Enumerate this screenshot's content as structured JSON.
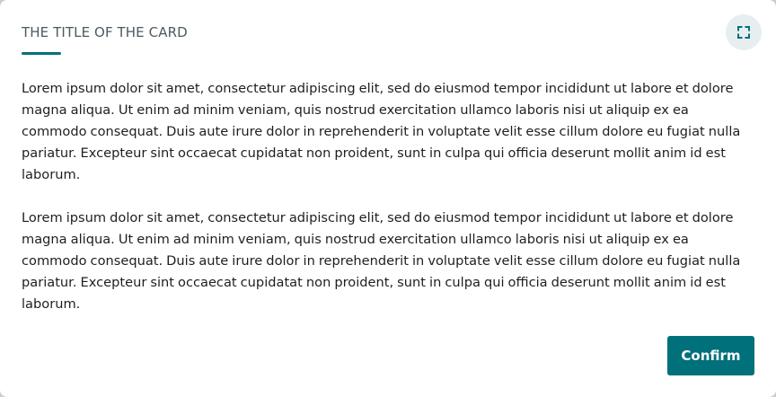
{
  "card": {
    "title": "THE TITLE OF THE CARD",
    "expand_icon": "expand-icon",
    "paragraphs": [
      "Lorem ipsum dolor sit amet, consectetur adipiscing elit, sed do eiusmod tempor incididunt ut labore et dolore magna aliqua. Ut enim ad minim veniam, quis nostrud exercitation ullamco laboris nisi ut aliquip ex ea commodo consequat. Duis aute irure dolor in reprehenderit in voluptate velit esse cillum dolore eu fugiat nulla pariatur. Excepteur sint occaecat cupidatat non proident, sunt in culpa qui officia deserunt mollit anim id est laborum.",
      "Lorem ipsum dolor sit amet, consectetur adipiscing elit, sed do eiusmod tempor incididunt ut labore et dolore magna aliqua. Ut enim ad minim veniam, quis nostrud exercitation ullamco laboris nisi ut aliquip ex ea commodo consequat. Duis aute irure dolor in reprehenderit in voluptate velit esse cillum dolore eu fugiat nulla pariatur. Excepteur sint occaecat cupidatat non proident, sunt in culpa qui officia deserunt mollit anim id est laborum."
    ],
    "confirm_label": "Confirm"
  },
  "colors": {
    "accent": "#00707a",
    "title": "#4c5a61",
    "text": "#1c1f22",
    "icon_button_bg": "#e7eef0"
  }
}
